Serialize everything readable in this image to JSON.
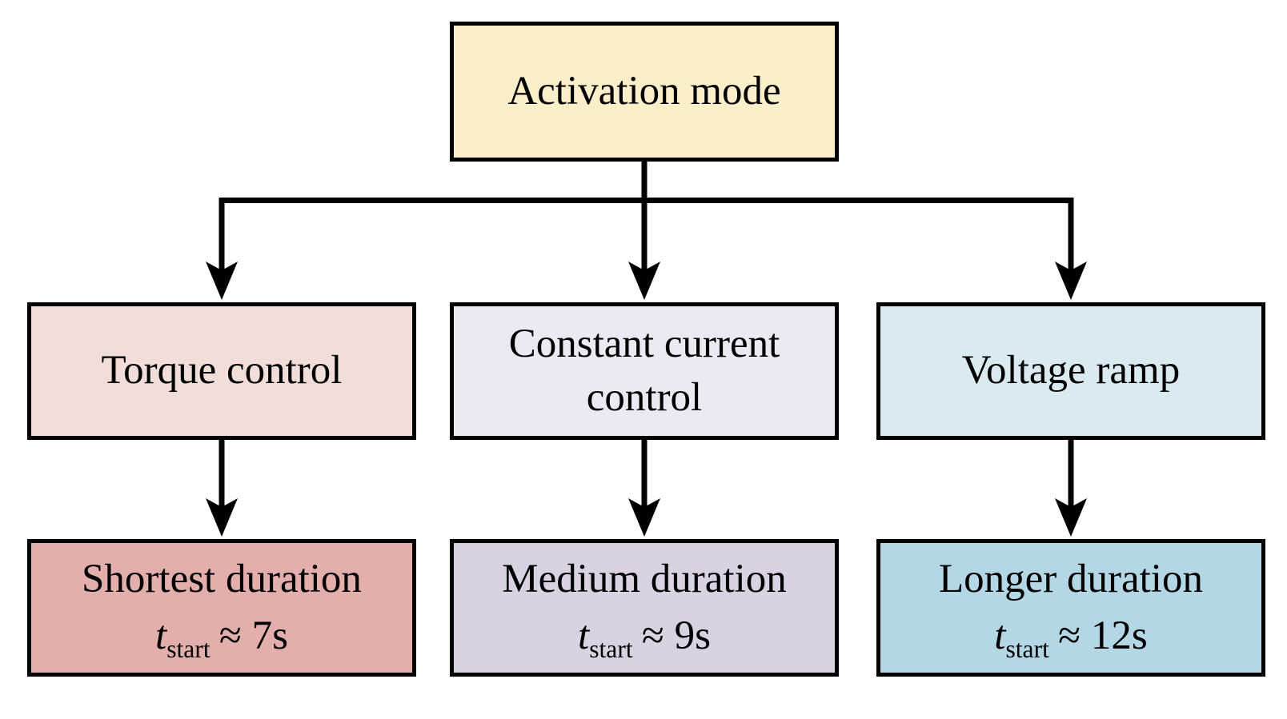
{
  "figure": {
    "kind": "flowchart",
    "background_color": "#FFFFFF",
    "line_color": "#000000",
    "root": {
      "label": "Activation mode",
      "bg": "#FBEFCA"
    },
    "branches": [
      {
        "mode": {
          "label": "Torque control",
          "bg": "#F2DED9"
        },
        "outcome": {
          "label": "Shortest duration",
          "t_symbol": "t",
          "t_subscript": "start",
          "relation": "≈ 7s",
          "bg": "#E2AFAC"
        }
      },
      {
        "mode": {
          "label": "Constant current control",
          "bg": "#EDE9F2"
        },
        "outcome": {
          "label": "Medium duration",
          "t_symbol": "t",
          "t_subscript": "start",
          "relation": "≈ 9s",
          "bg": "#D9D2E2"
        }
      },
      {
        "mode": {
          "label": "Voltage ramp",
          "bg": "#D9EBF1"
        },
        "outcome": {
          "label": "Longer duration",
          "t_symbol": "t",
          "t_subscript": "start",
          "relation": "≈ 12s",
          "bg": "#B3D7E5"
        }
      }
    ]
  }
}
